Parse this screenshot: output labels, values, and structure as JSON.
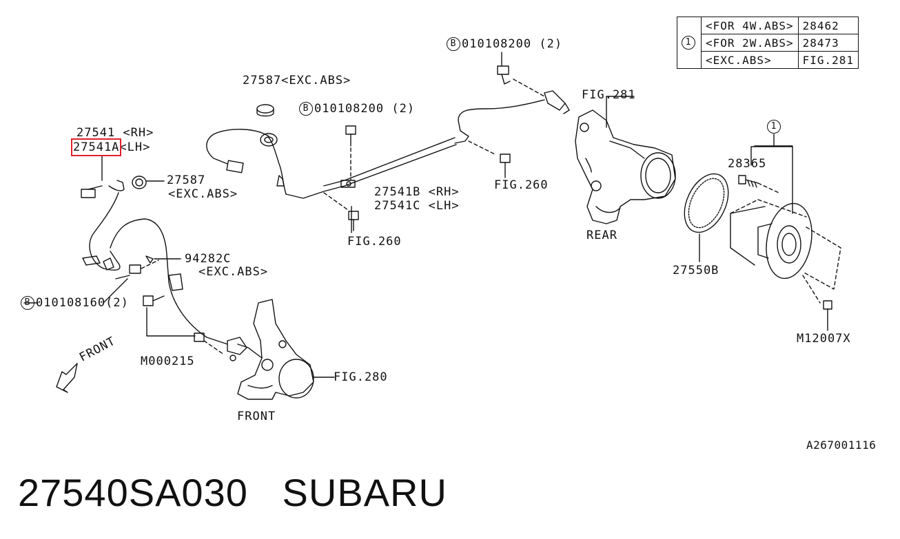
{
  "ref_table": {
    "marker": "1",
    "rows": [
      {
        "condition": "<FOR 4W.ABS>",
        "part": "28462"
      },
      {
        "condition": "<FOR 2W.ABS>",
        "part": "28473"
      },
      {
        "condition": "<EXC.ABS>",
        "part": "FIG.281"
      }
    ]
  },
  "labels": {
    "bolt_top_right": {
      "marker": "B",
      "text": "010108200 (2)"
    },
    "grommet_top": "27587<EXC.ABS>",
    "bolt_top_mid": {
      "marker": "B",
      "text": "010108200 (2)"
    },
    "fig281": "FIG.281",
    "sensor_rh": "27541 <RH>",
    "sensor_lh_part": "27541A",
    "sensor_lh_suffix": "<LH>",
    "grommet_left_part": "27587",
    "grommet_left_cond": "<EXC.ABS>",
    "fig260_right": "FIG.260",
    "rear_rh": "27541B <RH>",
    "rear_lh": "27541C <LH>",
    "fig260_mid": "FIG.260",
    "rear_label": "REAR",
    "marker_hub": "1",
    "hub_bolt": "28365",
    "clip_part": "94282C",
    "clip_cond": "<EXC.ABS>",
    "bolt_left": {
      "marker": "B",
      "text": "010108160(2)"
    },
    "tone_ring": "27550B",
    "hub_screw": "M12007X",
    "front_arrow": "FRONT",
    "clamp_part": "M000215",
    "fig280": "FIG.280",
    "front_label": "FRONT",
    "diagram_code": "A267001116"
  },
  "title": {
    "part_number": "27540SA030",
    "brand": "SUBARU"
  },
  "colors": {
    "line": "#111111",
    "highlight": "#e0202a",
    "background": "#ffffff"
  }
}
